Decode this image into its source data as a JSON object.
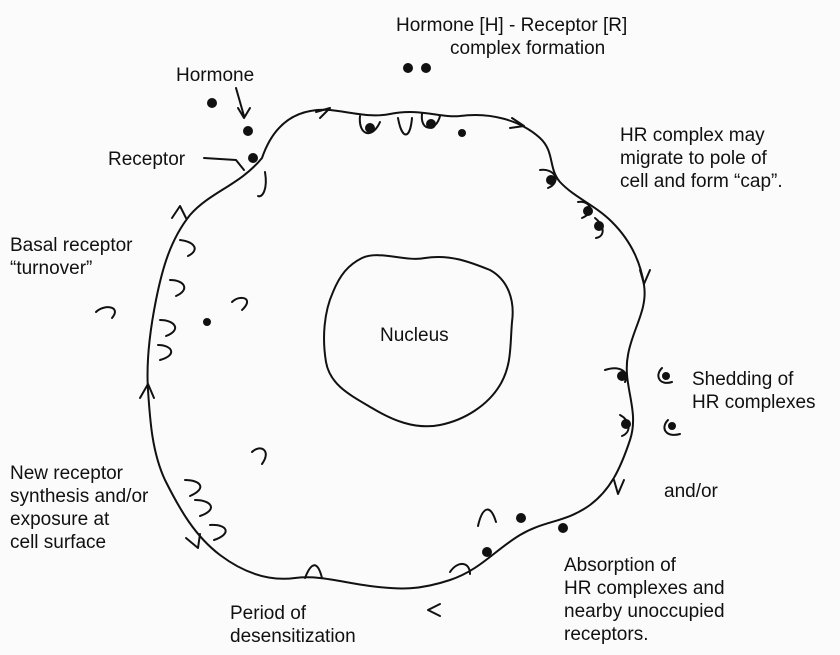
{
  "labels": {
    "hormone": "Hormone",
    "receptor": "Receptor",
    "hr_formation": {
      "line1": "Hormone [H] - Receptor [R]",
      "line2": "complex formation"
    },
    "hr_migrate": {
      "line1": "HR complex may",
      "line2": "migrate to pole of",
      "line3": "cell and form “cap”."
    },
    "basal_turnover": {
      "line1": "Basal receptor",
      "line2": "“turnover”"
    },
    "nucleus": "Nucleus",
    "shedding": {
      "line1": "Shedding of",
      "line2": "HR complexes"
    },
    "and_or": "and/or",
    "new_synthesis": {
      "line1": "New receptor",
      "line2": "synthesis and/or",
      "line3": "exposure at",
      "line4": "cell surface"
    },
    "absorption": {
      "line1": "Absorption of",
      "line2": "HR complexes and",
      "line3": "nearby unoccupied",
      "line4": "receptors."
    },
    "desensitization": {
      "line1": "Period of",
      "line2": "desensitization"
    }
  },
  "colors": {
    "ink": "#111111",
    "background": "#fbfbfb"
  }
}
